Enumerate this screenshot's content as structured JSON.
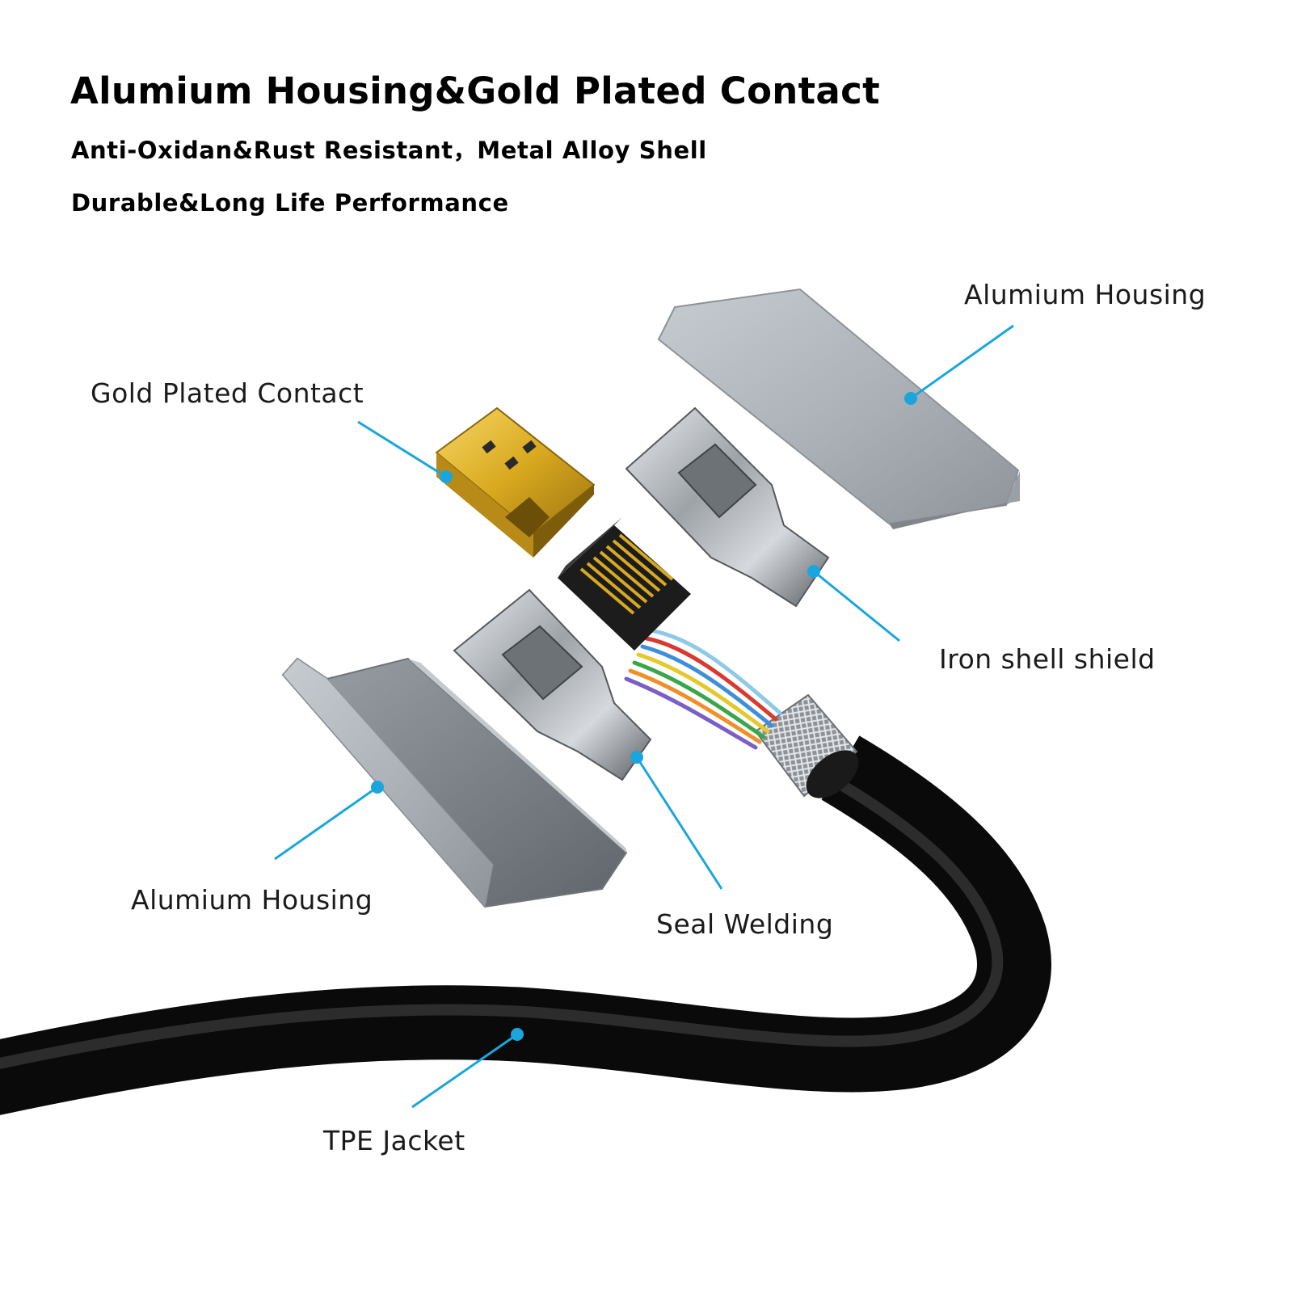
{
  "header": {
    "title": "Alumium Housing&Gold Plated Contact",
    "subtitle_1": "Anti-Oxidan&Rust Resistant，Metal Alloy Shell",
    "subtitle_2": "Durable&Long Life Performance"
  },
  "callouts": {
    "housing_top": "Alumium Housing",
    "gold_contact": "Gold Plated Contact",
    "iron_shield": "Iron shell shield",
    "housing_bottom": "Alumium Housing",
    "seal_welding": "Seal Welding",
    "tpe_jacket": "TPE Jacket"
  },
  "colors": {
    "leader_line": "#1aa6dc",
    "aluminium": "#b6bcc2",
    "gold": "#d9a91f",
    "cable": "#151515"
  }
}
